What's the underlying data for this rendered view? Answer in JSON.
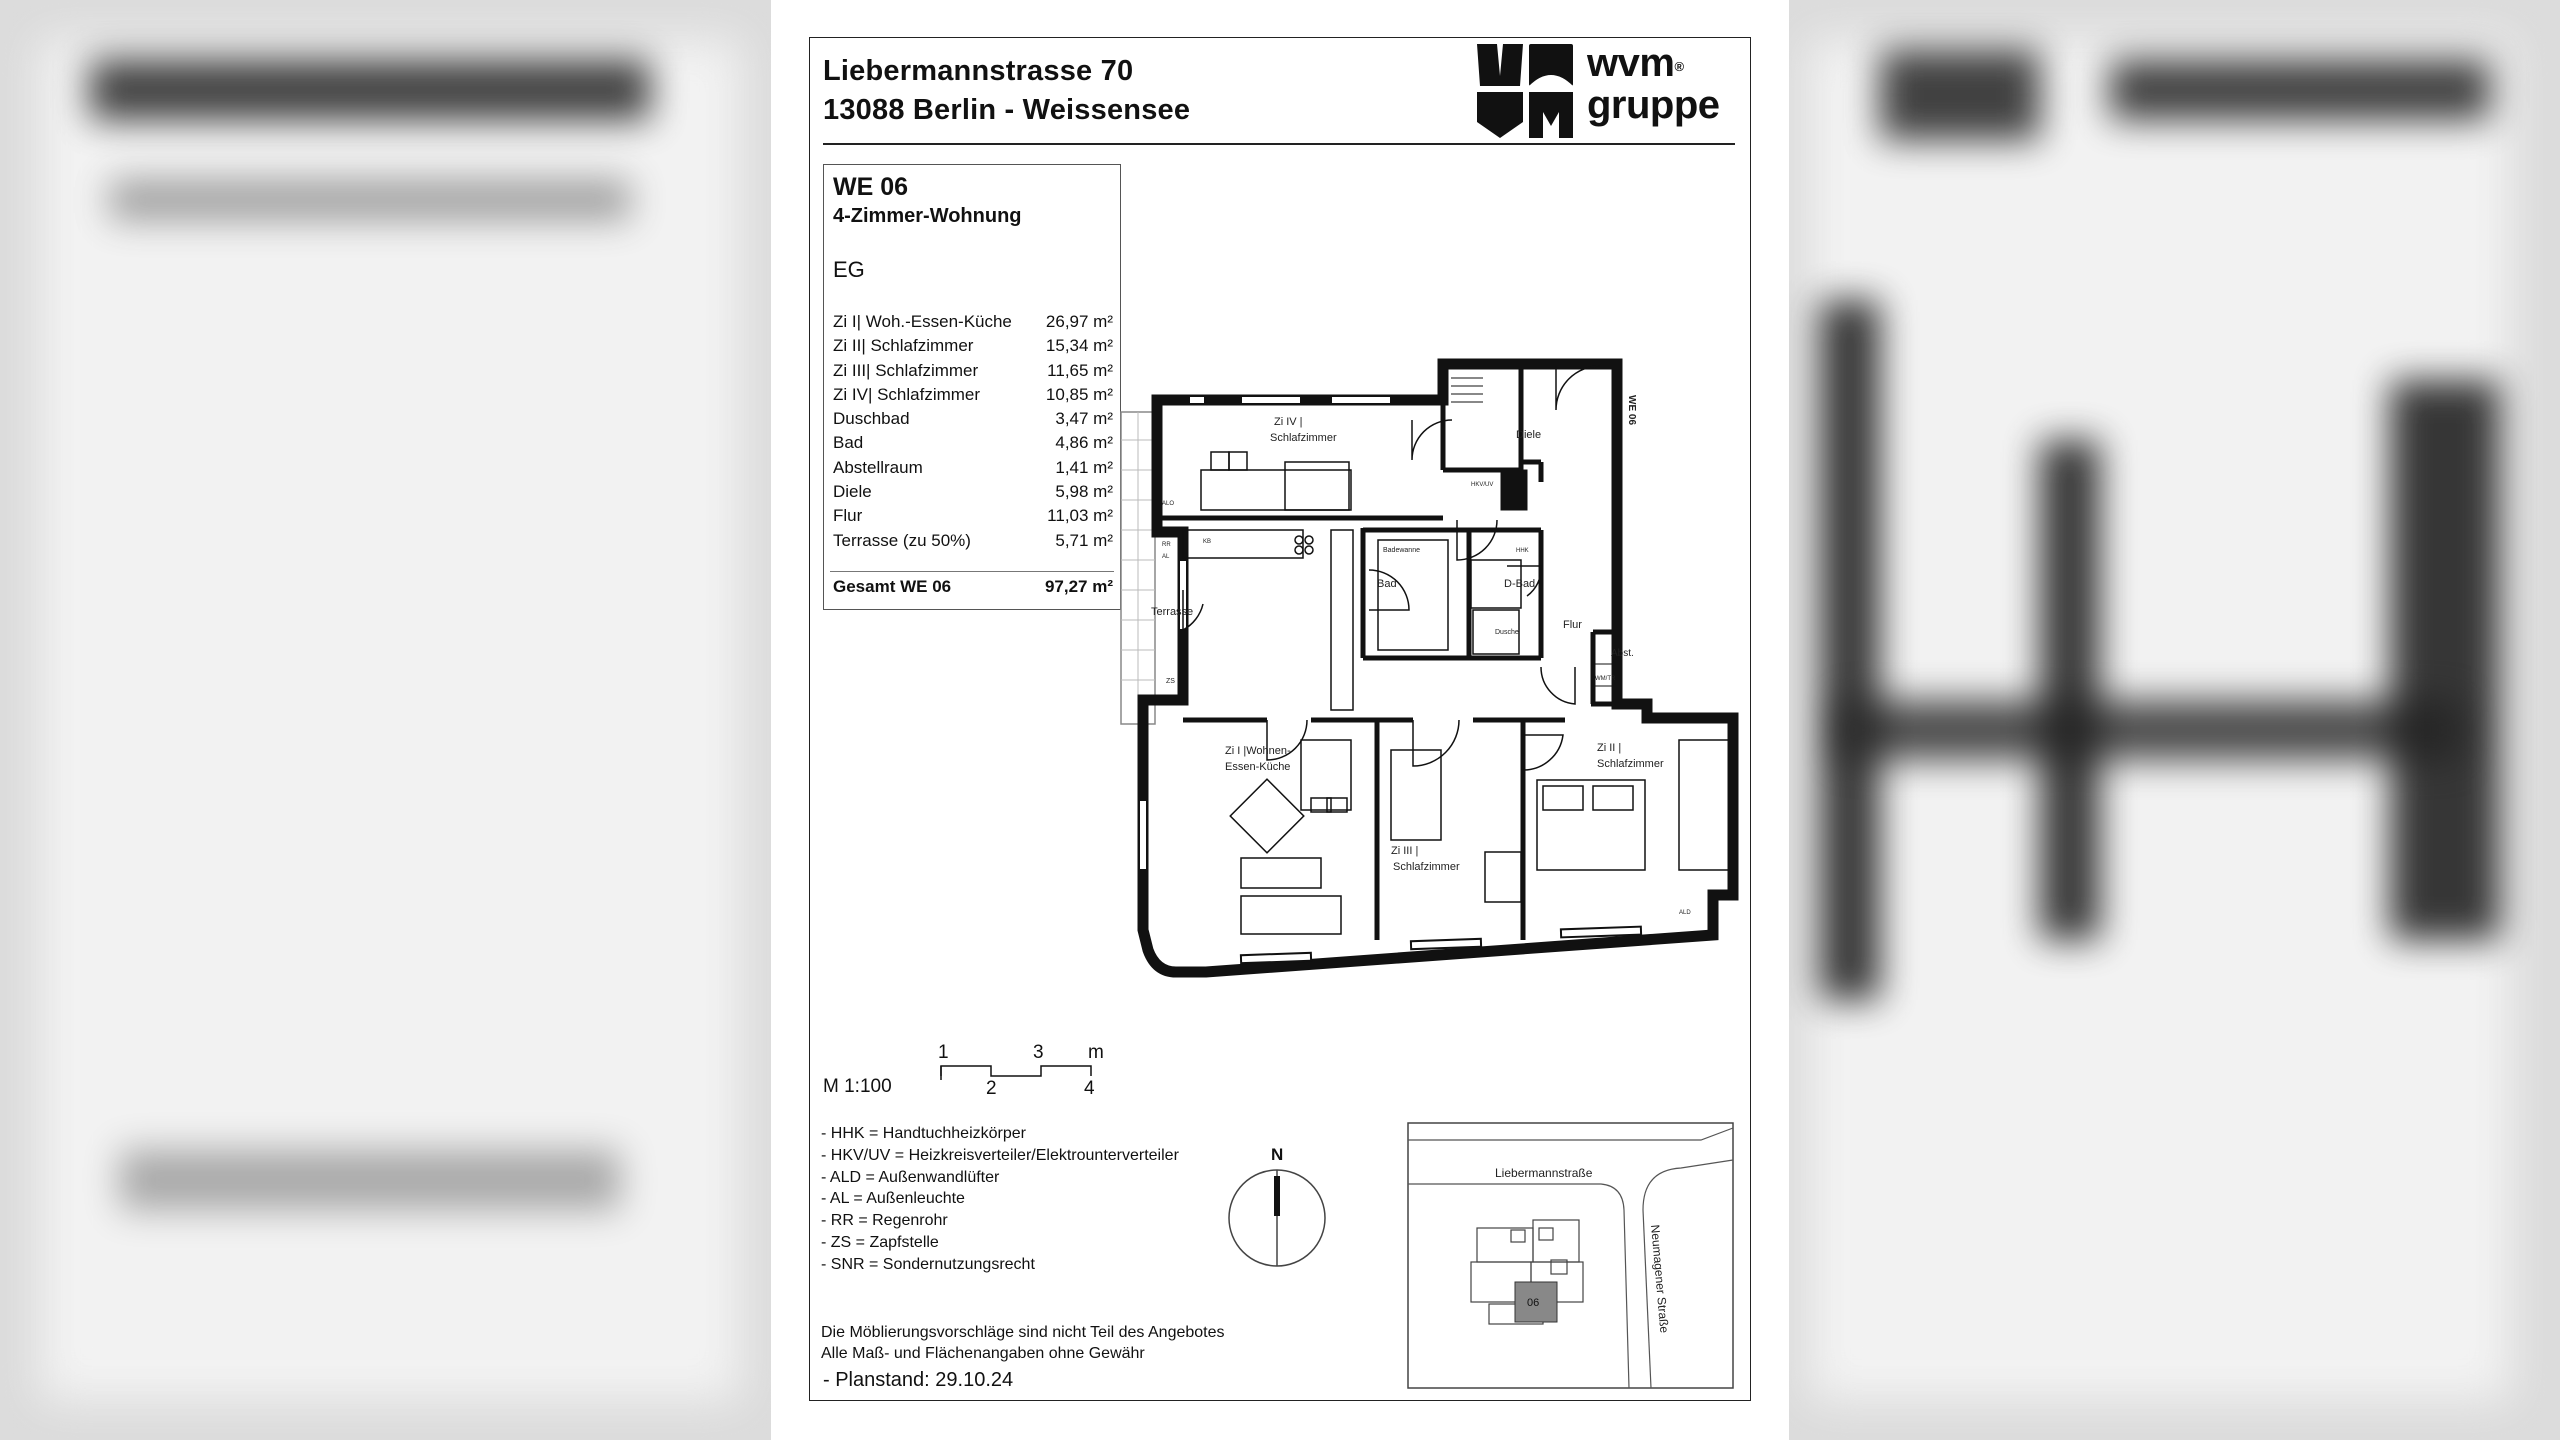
{
  "address": {
    "line1": "Liebermannstrasse 70",
    "line2": "13088 Berlin - Weissensee"
  },
  "logo": {
    "brand_line1": "wvm",
    "brand_line2": "gruppe",
    "reg_mark": "®"
  },
  "unit": {
    "id": "WE 06",
    "type": "4-Zimmer-Wohnung",
    "floor": "EG",
    "rooms": [
      {
        "name": "Zi I| Woh.-Essen-Küche",
        "area": "26,97 m²"
      },
      {
        "name": "Zi II| Schlafzimmer",
        "area": "15,34 m²"
      },
      {
        "name": "Zi III| Schlafzimmer",
        "area": "11,65 m²"
      },
      {
        "name": "Zi IV| Schlafzimmer",
        "area": "10,85 m²"
      },
      {
        "name": "Duschbad",
        "area": "3,47 m²"
      },
      {
        "name": "Bad",
        "area": "4,86 m²"
      },
      {
        "name": "Abstellraum",
        "area": "1,41 m²"
      },
      {
        "name": "Diele",
        "area": "5,98 m²"
      },
      {
        "name": "Flur",
        "area": "11,03 m²"
      },
      {
        "name": "Terrasse (zu 50%)",
        "area": "5,71 m²"
      }
    ],
    "total_label": "Gesamt WE 06",
    "total_area": "97,27 m²"
  },
  "plan_labels": {
    "zi4": "Zi IV |",
    "zi4b": "Schlafzimmer",
    "diele": "Diele",
    "we06": "WE 06",
    "bad": "Bad",
    "dbad": "D-Bad",
    "badewanne": "Badewanne",
    "dusche": "Dusche",
    "flur": "Flur",
    "abst": "Abst.",
    "terrasse": "Terrasse",
    "zi1a": "Zi I |Wohnen-",
    "zi1b": "Essen-Küche",
    "zi3a": "Zi III |",
    "zi3b": "Schlafzimmer",
    "zi2a": "Zi II |",
    "zi2b": "Schlafzimmer",
    "hkv": "HKV/UV",
    "hhk": "HHK",
    "alo": "ALO",
    "al": "AL",
    "zs": "ZS",
    "rr": "RR",
    "kb": "KB",
    "wm": "WM/TR",
    "ald": "ALD"
  },
  "scale": {
    "label": "M 1:100",
    "ticks_top": [
      "1",
      "3",
      "m"
    ],
    "ticks_bottom": [
      "2",
      "4"
    ]
  },
  "legend": [
    "- HHK = Handtuchheizkörper",
    "- HKV/UV = Heizkreisverteiler/Elektrounterverteiler",
    "- ALD = Außenwandlüfter",
    "- AL = Außenleuchte",
    "- RR = Regenrohr",
    "- ZS = Zapfstelle",
    "- SNR = Sondernutzungsrecht"
  ],
  "north": "N",
  "site_map": {
    "street1": "Liebermannstraße",
    "street2": "Neumagener Straße",
    "unit_label": "06"
  },
  "notes": {
    "line1": "Die Möblierungsvorschläge sind nicht Teil des Angebotes",
    "line2": "Alle Maß- und Flächenangaben ohne Gewähr"
  },
  "planstand": "- Planstand: 29.10.24"
}
